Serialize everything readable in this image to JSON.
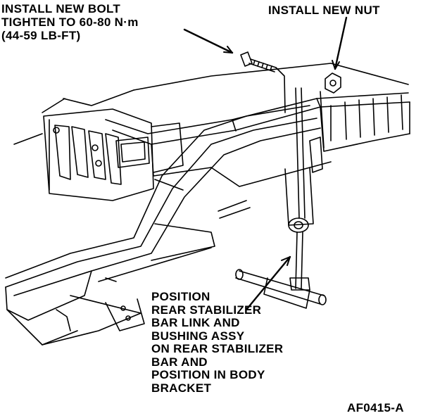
{
  "callouts": {
    "bolt": {
      "lines": [
        "INSTALL NEW BOLT",
        "TIGHTEN TO 60-80 N·m",
        "(44-59 LB-FT)"
      ]
    },
    "nut": {
      "lines": [
        "INSTALL NEW NUT"
      ]
    },
    "link": {
      "lines": [
        "POSITION",
        "REAR STABILIZER",
        "BAR LINK AND",
        "BUSHING ASSY",
        "ON REAR STABILIZER",
        "BAR  AND",
        "POSITION IN BODY",
        "BRACKET"
      ]
    }
  },
  "figure_id": "AF0415-A",
  "colors": {
    "ink": "#000000",
    "paper": "#ffffff"
  }
}
